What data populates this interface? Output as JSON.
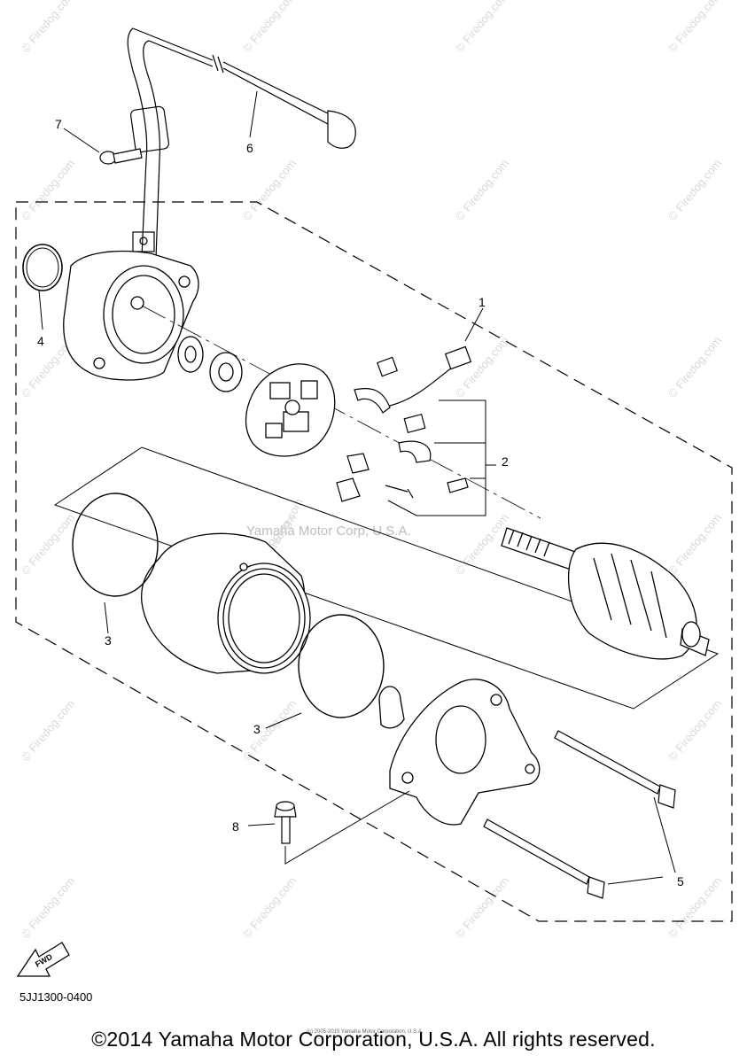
{
  "watermark": {
    "repeating_text": "© Firedog.com",
    "center_text": "Yamaha Motor Corp, U.S.A."
  },
  "callouts": {
    "c1": "1",
    "c2": "2",
    "c3a": "3",
    "c3b": "3",
    "c4": "4",
    "c5": "5",
    "c6": "6",
    "c7": "7",
    "c8": "8"
  },
  "direction_label": "FWD",
  "part_number": "5JJ1300-0400",
  "copyright": "©2014 Yamaha Motor Corporation, U.S.A. All rights reserved.",
  "tiny_copyright": "(c) 2005-2015 Yamaha Motor Corporation, U.S.A."
}
